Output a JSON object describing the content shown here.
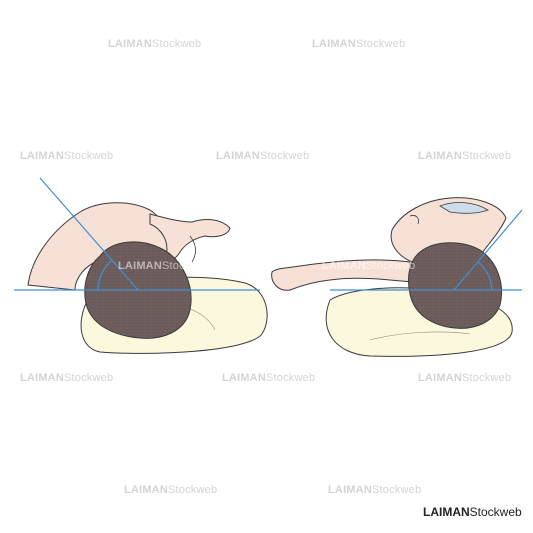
{
  "watermark": {
    "prefix": "LAIMAN",
    "suffix": "Stockweb"
  },
  "credit": {
    "prefix": "LAIMAN",
    "suffix": "Stockweb"
  },
  "colors": {
    "skin": "#f7e1d6",
    "skin_line": "#3a3a3a",
    "hair": "#6b5a5a",
    "pillow": "#fbf8de",
    "angle_line": "#3d8fd4"
  }
}
